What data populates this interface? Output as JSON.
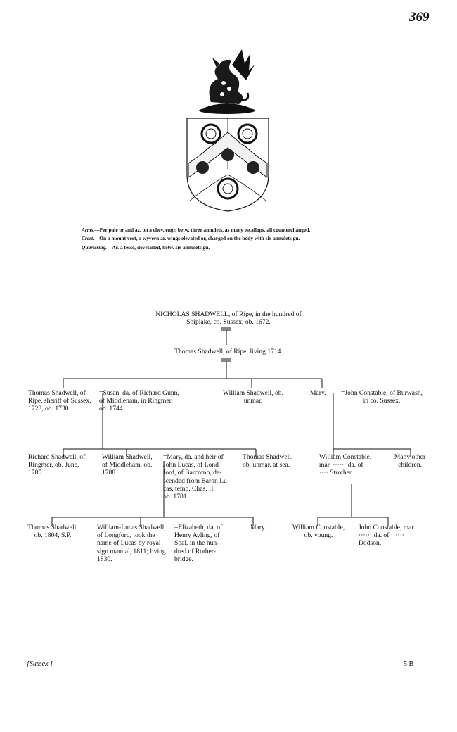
{
  "page_number": "369",
  "arms": {
    "arms_label": "Arms.",
    "arms_text": "—Per pale or and az. on a chev. engr. betw. three annulets, as many escallops, all counterchanged.",
    "crest_label": "Crest.",
    "crest_text": "—On a mount vert, a wyvern ar. wings elevated or, charged on the body with six annulets gu.",
    "quartering_label": "Quartering.",
    "quartering_text": "—Ar. a fesse, dovetailed, betw. six annulets gu."
  },
  "tree": {
    "nicholas": [
      "NICHOLAS SHADWELL, of Ripe, in the hundred of",
      "Shiplake, co. Sussex, ob. 1672."
    ],
    "thomas_ripe": "Thomas Shadwell, of Ripe; living 1714.",
    "gen2": {
      "thomas": [
        "Thomas Shadwell, of",
        "Ripe, sheriff of Sussex,",
        "1728, ob. 1730."
      ],
      "susan": [
        "=Susan, da. of Richard Gunn,",
        " of Middleham, in Ringmer,",
        " ob. 1744."
      ],
      "william": [
        "William Shadwell, ob.",
        "unmar."
      ],
      "mary": "Mary.",
      "john_constable": [
        "=John Constable, of Burwash,",
        "in co. Sussex."
      ]
    },
    "gen3": {
      "richard": [
        "Richard Shadwell, of",
        "Ringmer, ob. June,",
        "1785."
      ],
      "william_middleham": [
        "William Shadwell,",
        "of Middleham, ob.",
        "1788."
      ],
      "mary_lucas": [
        "=Mary, da. and heir of",
        " John Lucas, of Lond-",
        " ford, of Barcomb, de-",
        " scended from Baron Lu-",
        " cas, temp. Chas. II.",
        " ob. 1781."
      ],
      "thomas_sea": [
        "Thomas Shadwell,",
        "ob. unmar. at sea."
      ],
      "william_constable": [
        "William Constable,",
        "mar. ······ da. of",
        "···· Strother."
      ],
      "many_other": [
        "Many other",
        "children."
      ]
    },
    "gen4": {
      "thomas": [
        "Thomas Shadwell,",
        "ob. 1804, S.P."
      ],
      "william_lucas": [
        "William-Lucas Shadwell,",
        "of Longford, took the",
        "name of Lucas by royal",
        "sign manual, 1811; living",
        "1830."
      ],
      "elizabeth": [
        "=Elizabeth, da. of",
        " Henry Ayling, of",
        " Soal, in the hun-",
        " dred of Rother-",
        " bridge."
      ],
      "mary": "Mary.",
      "william_constable": [
        "William Constable,",
        "ob. young."
      ],
      "john_constable": [
        "John Constable, mar.",
        "······ da. of ······",
        "Dodson."
      ]
    }
  },
  "footer": {
    "county": "[Sussex.]",
    "signature": "5 B"
  },
  "colors": {
    "ink": "#111111",
    "paper": "#ffffff"
  }
}
